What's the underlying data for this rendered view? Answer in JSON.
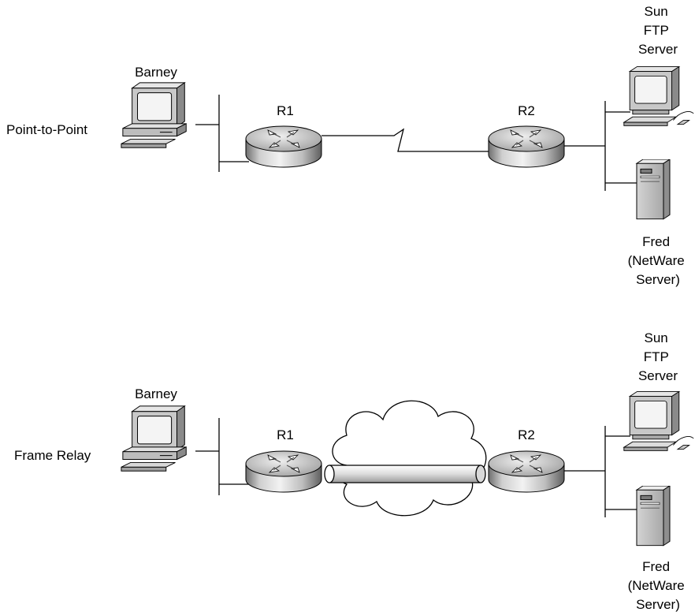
{
  "sections": [
    {
      "id": "top",
      "network_label": "Point-to-Point",
      "client_label": "Barney",
      "router_left": "R1",
      "router_right": "R2",
      "server_top": [
        "Sun",
        "FTP",
        "Server"
      ],
      "server_bottom": [
        "Fred",
        "(NetWare",
        "Server)"
      ]
    },
    {
      "id": "bottom",
      "network_label": "Frame Relay",
      "client_label": "Barney",
      "router_left": "R1",
      "router_right": "R2",
      "server_top": [
        "Sun",
        "FTP",
        "Server"
      ],
      "server_bottom": [
        "Fred",
        "(NetWare",
        "Server)"
      ]
    }
  ],
  "icons": {
    "client": "desktop-pc-icon",
    "router": "router-icon",
    "sun_server": "workstation-icon",
    "netware_server": "tower-server-icon",
    "wan_top": "serial-link-zigzag",
    "wan_bottom": "frame-relay-cloud-icon"
  }
}
